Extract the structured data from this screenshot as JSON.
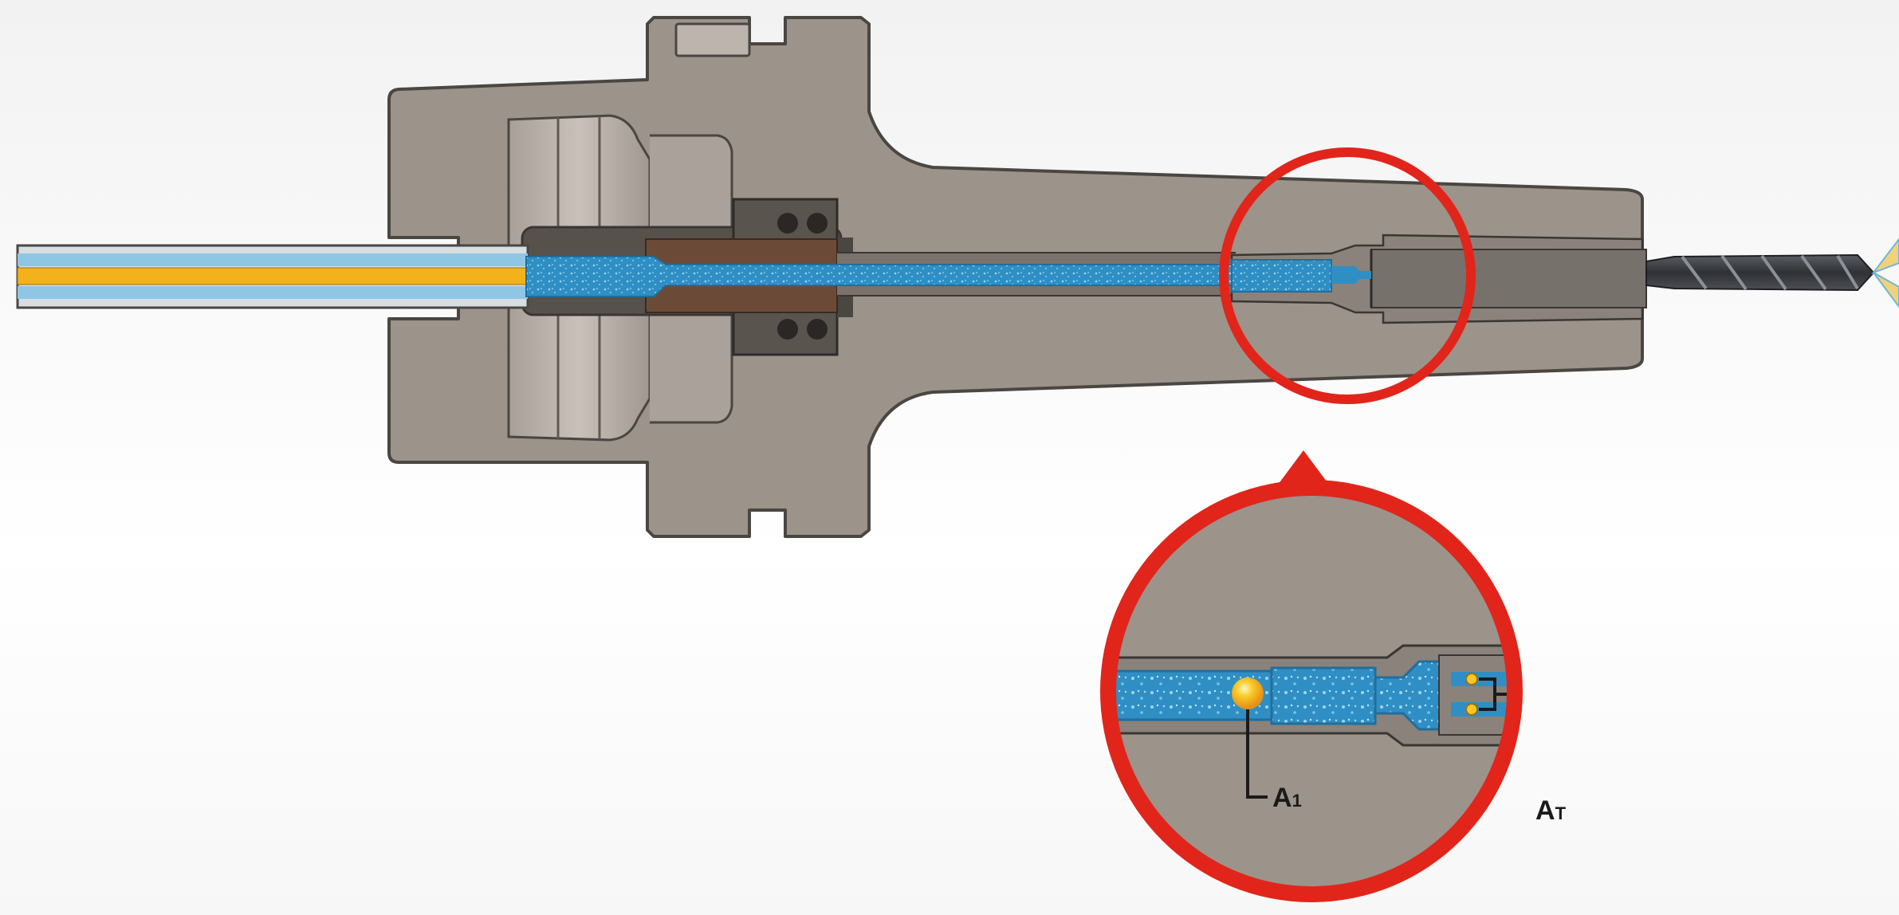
{
  "diagram": {
    "labels": {
      "a1": {
        "main": "A",
        "sub": "1"
      },
      "at": {
        "main": "A",
        "sub": "T"
      }
    },
    "colors": {
      "body": "#9c938b",
      "body_outline": "#4a4642",
      "coolant": "#2f8fc4",
      "coolant_dark": "#1f6f9e",
      "air_yellow": "#f3b21c",
      "callout_red": "#e1251b",
      "seal_dark": "#3a3633",
      "brown_sleeve": "#6b4b38",
      "drill": "#3b3d42",
      "spray": "#f1d27a"
    },
    "icons": [
      "magnifier-callout",
      "pointer-triangle",
      "drill-bit",
      "air-bubble"
    ]
  }
}
